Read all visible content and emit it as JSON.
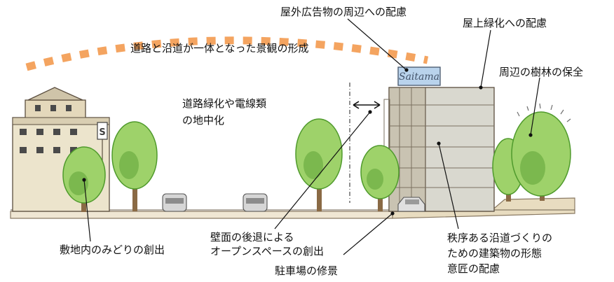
{
  "labels": {
    "outdoor_ads": "屋外広告物の周辺への配慮",
    "rooftop_greening": "屋上緑化への配慮",
    "unified_landscape": "道路と沿道が一体となった景観の形成",
    "forest_preservation": "周辺の樹林の保全",
    "road_greening": [
      "道路緑化や電線類",
      "の地中化"
    ],
    "site_greenery": "敷地内のみどりの創出",
    "setback_space": [
      "壁面の後退による",
      "オープンスペースの創出"
    ],
    "parking": "駐車場の修景",
    "building_design": [
      "秩序ある沿道づくりの",
      "ための建築物の形態",
      "意匠の配慮"
    ]
  },
  "sign": {
    "text": "Saitama",
    "small_sign": "S"
  },
  "colors": {
    "arc_dash": "#f4a460",
    "tree_light": "#9ed26a",
    "tree_dark": "#4f9a2c",
    "trunk": "#8a6a45",
    "building_beige": "#ece4cc",
    "building_gray": "#d9d8cf",
    "sign_blue": "#b9d3ec",
    "pointer": "#111111"
  }
}
